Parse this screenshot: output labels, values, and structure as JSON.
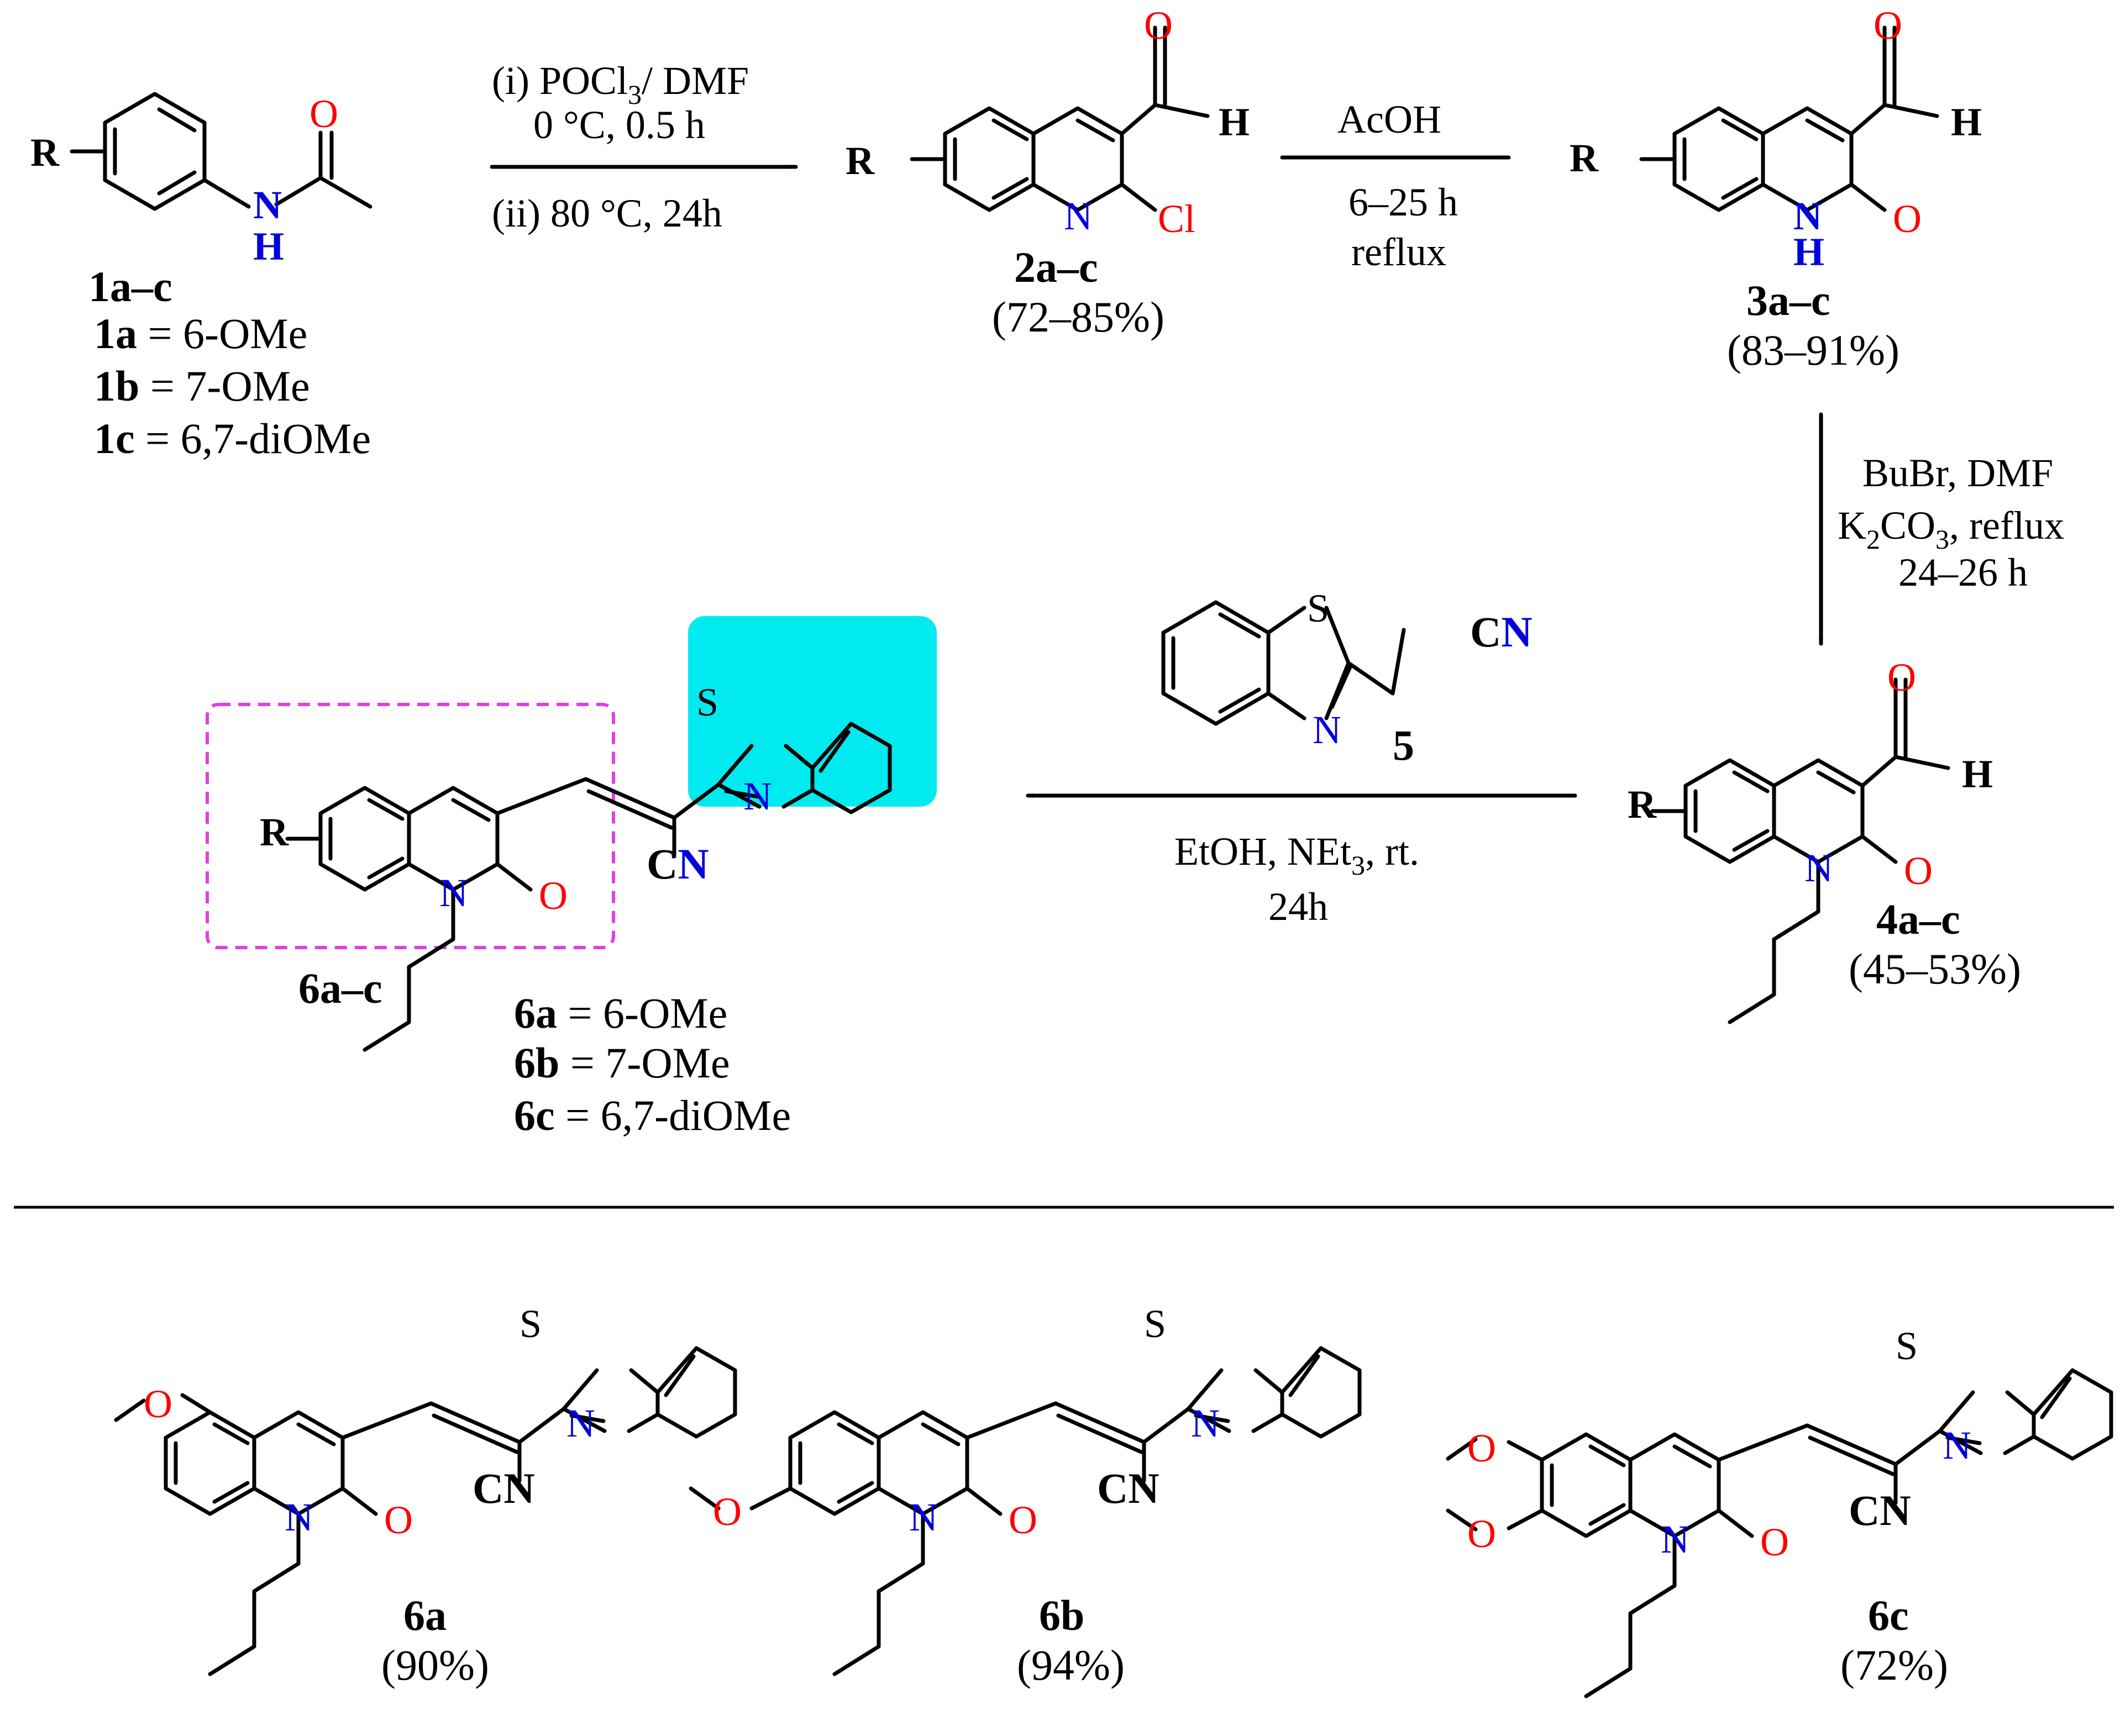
{
  "colors": {
    "nitrogen": "#0000dd",
    "oxygen": "#ff0000",
    "highlight_box": "#00eaf0",
    "dashed_box": "#e040e0",
    "bond": "#000000"
  },
  "compounds": {
    "c1": {
      "label": "1a–c",
      "subs": [
        {
          "id": "1a",
          "text": " = 6-OMe"
        },
        {
          "id": "1b",
          "text": " = 7-OMe"
        },
        {
          "id": "1c",
          "text": " =  6,7-diOMe"
        }
      ]
    },
    "c2": {
      "label": "2a–c",
      "yield": "(72–85%)"
    },
    "c3": {
      "label": "3a–c",
      "yield": "(83–91%)"
    },
    "c4": {
      "label": "4a–c",
      "yield": "(45–53%)"
    },
    "c5": {
      "label": "5"
    },
    "c6": {
      "label": "6a–c",
      "subs": [
        {
          "id": "6a",
          "text": " = 6-OMe"
        },
        {
          "id": "6b",
          "text": " = 7-OMe"
        },
        {
          "id": "6c",
          "text": " =  6,7-diOMe"
        }
      ]
    },
    "c6a": {
      "label": "6a",
      "yield": "(90%)"
    },
    "c6b": {
      "label": "6b",
      "yield": "(94%)"
    },
    "c6c": {
      "label": "6c",
      "yield": "(72%)"
    }
  },
  "atoms": {
    "R": "R",
    "N": "N",
    "O": "O",
    "H": "H",
    "S": "S",
    "Cl": "Cl",
    "CN_C": "C",
    "CN_N": "N"
  },
  "conditions": {
    "step1": {
      "line1": "(i) POCl",
      "line1_sub": "3",
      "line1_tail": "/ DMF",
      "line2": "0 °C, 0.5 h",
      "line3": "(ii) 80 °C, 24h"
    },
    "step2": {
      "line1": "AcOH",
      "line2": "6–25 h",
      "line3": "reflux"
    },
    "step3": {
      "line1": "BuBr, DMF",
      "line2a": "K",
      "line2b": "2",
      "line2c": "CO",
      "line2d": "3",
      "line2e": ", reflux",
      "line3": "24–26 h"
    },
    "step4": {
      "line1a": "EtOH, NEt",
      "line1b": "3",
      "line1c": ", rt.",
      "line2": "24h"
    }
  }
}
